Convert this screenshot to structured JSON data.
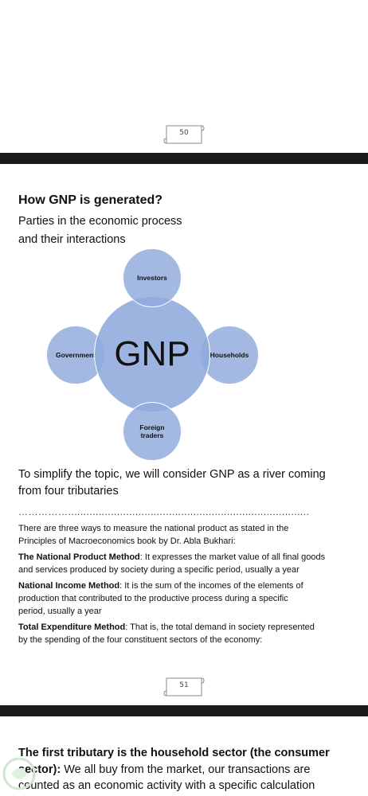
{
  "page_numbers": {
    "top": "50",
    "middle": "51"
  },
  "section": {
    "title": "How GNP is generated?",
    "subtitle_line1": "Parties in the economic process",
    "subtitle_line2": "and their interactions"
  },
  "diagram": {
    "center": "GNP",
    "top": "Investors",
    "left": "Government",
    "right": "Households",
    "bottom_line1": "Foreign",
    "bottom_line2": "traders"
  },
  "simplify": {
    "line1": "To simplify the topic, we will consider GNP as a river coming",
    "line2": "from four tributaries"
  },
  "dots": "……………...............................................................................",
  "methods": {
    "intro_line1": "There are three ways to measure the national product as stated in the",
    "intro_line2": "Principles of Macroeconomics book by Dr. Abla Bukhari:",
    "product_label": "The National Product Method",
    "product_text_line1": ": It expresses the market value of all final goods",
    "product_text_line2": "and services produced by society during a specific period, usually a year",
    "income_label": "National Income Method",
    "income_text_line1": ": It is the sum of the incomes of the elements of",
    "income_text_line2": "production that contributed to the productive process during a specific",
    "income_text_line3": "period, usually a year",
    "expenditure_label": "Total Expenditure Method",
    "expenditure_text_line1": ": That is, the total demand in society represented",
    "expenditure_text_line2": "by the spending of the four constituent sectors of the economy:"
  },
  "bottom": {
    "bold_line1": "The first tributary is the household sector (the consumer",
    "bold_line2_part": "sector):",
    "line2_rest": " We all buy from the market, our transactions are",
    "line3": "counted as an economic activity with a specific calculation"
  },
  "colors": {
    "circle_fill": "#8faadc",
    "separator": "#1a1a1a"
  }
}
